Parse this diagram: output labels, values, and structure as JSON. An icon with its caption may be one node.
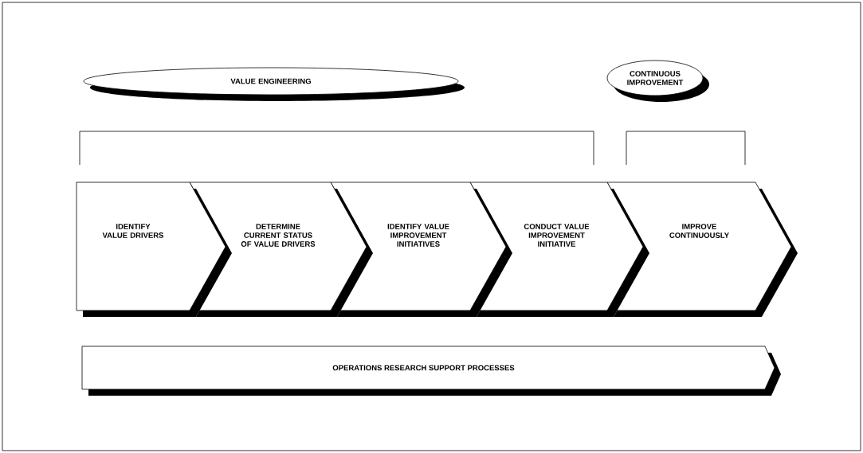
{
  "diagram": {
    "nodes": [
      {
        "text": [
          "VALUE ENGINEERING"
        ]
      },
      {
        "text": [
          "CONTINUOUS IMPROVEMENT"
        ]
      },
      {
        "text": [
          "IDENTIFY VALUE DRIVERS"
        ]
      },
      {
        "text": [
          "DETERMINE CURRENT STATUS OF VALUE DRIVERS"
        ]
      },
      {
        "text": [
          "IDENTIFY VALUE IMPROVEMENT INITIATIVES"
        ]
      },
      {
        "text": [
          "CONDUCT VALUE IMPROVEMENT INITIATIVE"
        ]
      },
      {
        "text": [
          "IMPROVE CONTINUOUSLY"
        ]
      },
      {
        "text": [
          "OPERATIONS RESEARCH SUPPORT PROCESSES"
        ]
      }
    ],
    "edges": []
  }
}
